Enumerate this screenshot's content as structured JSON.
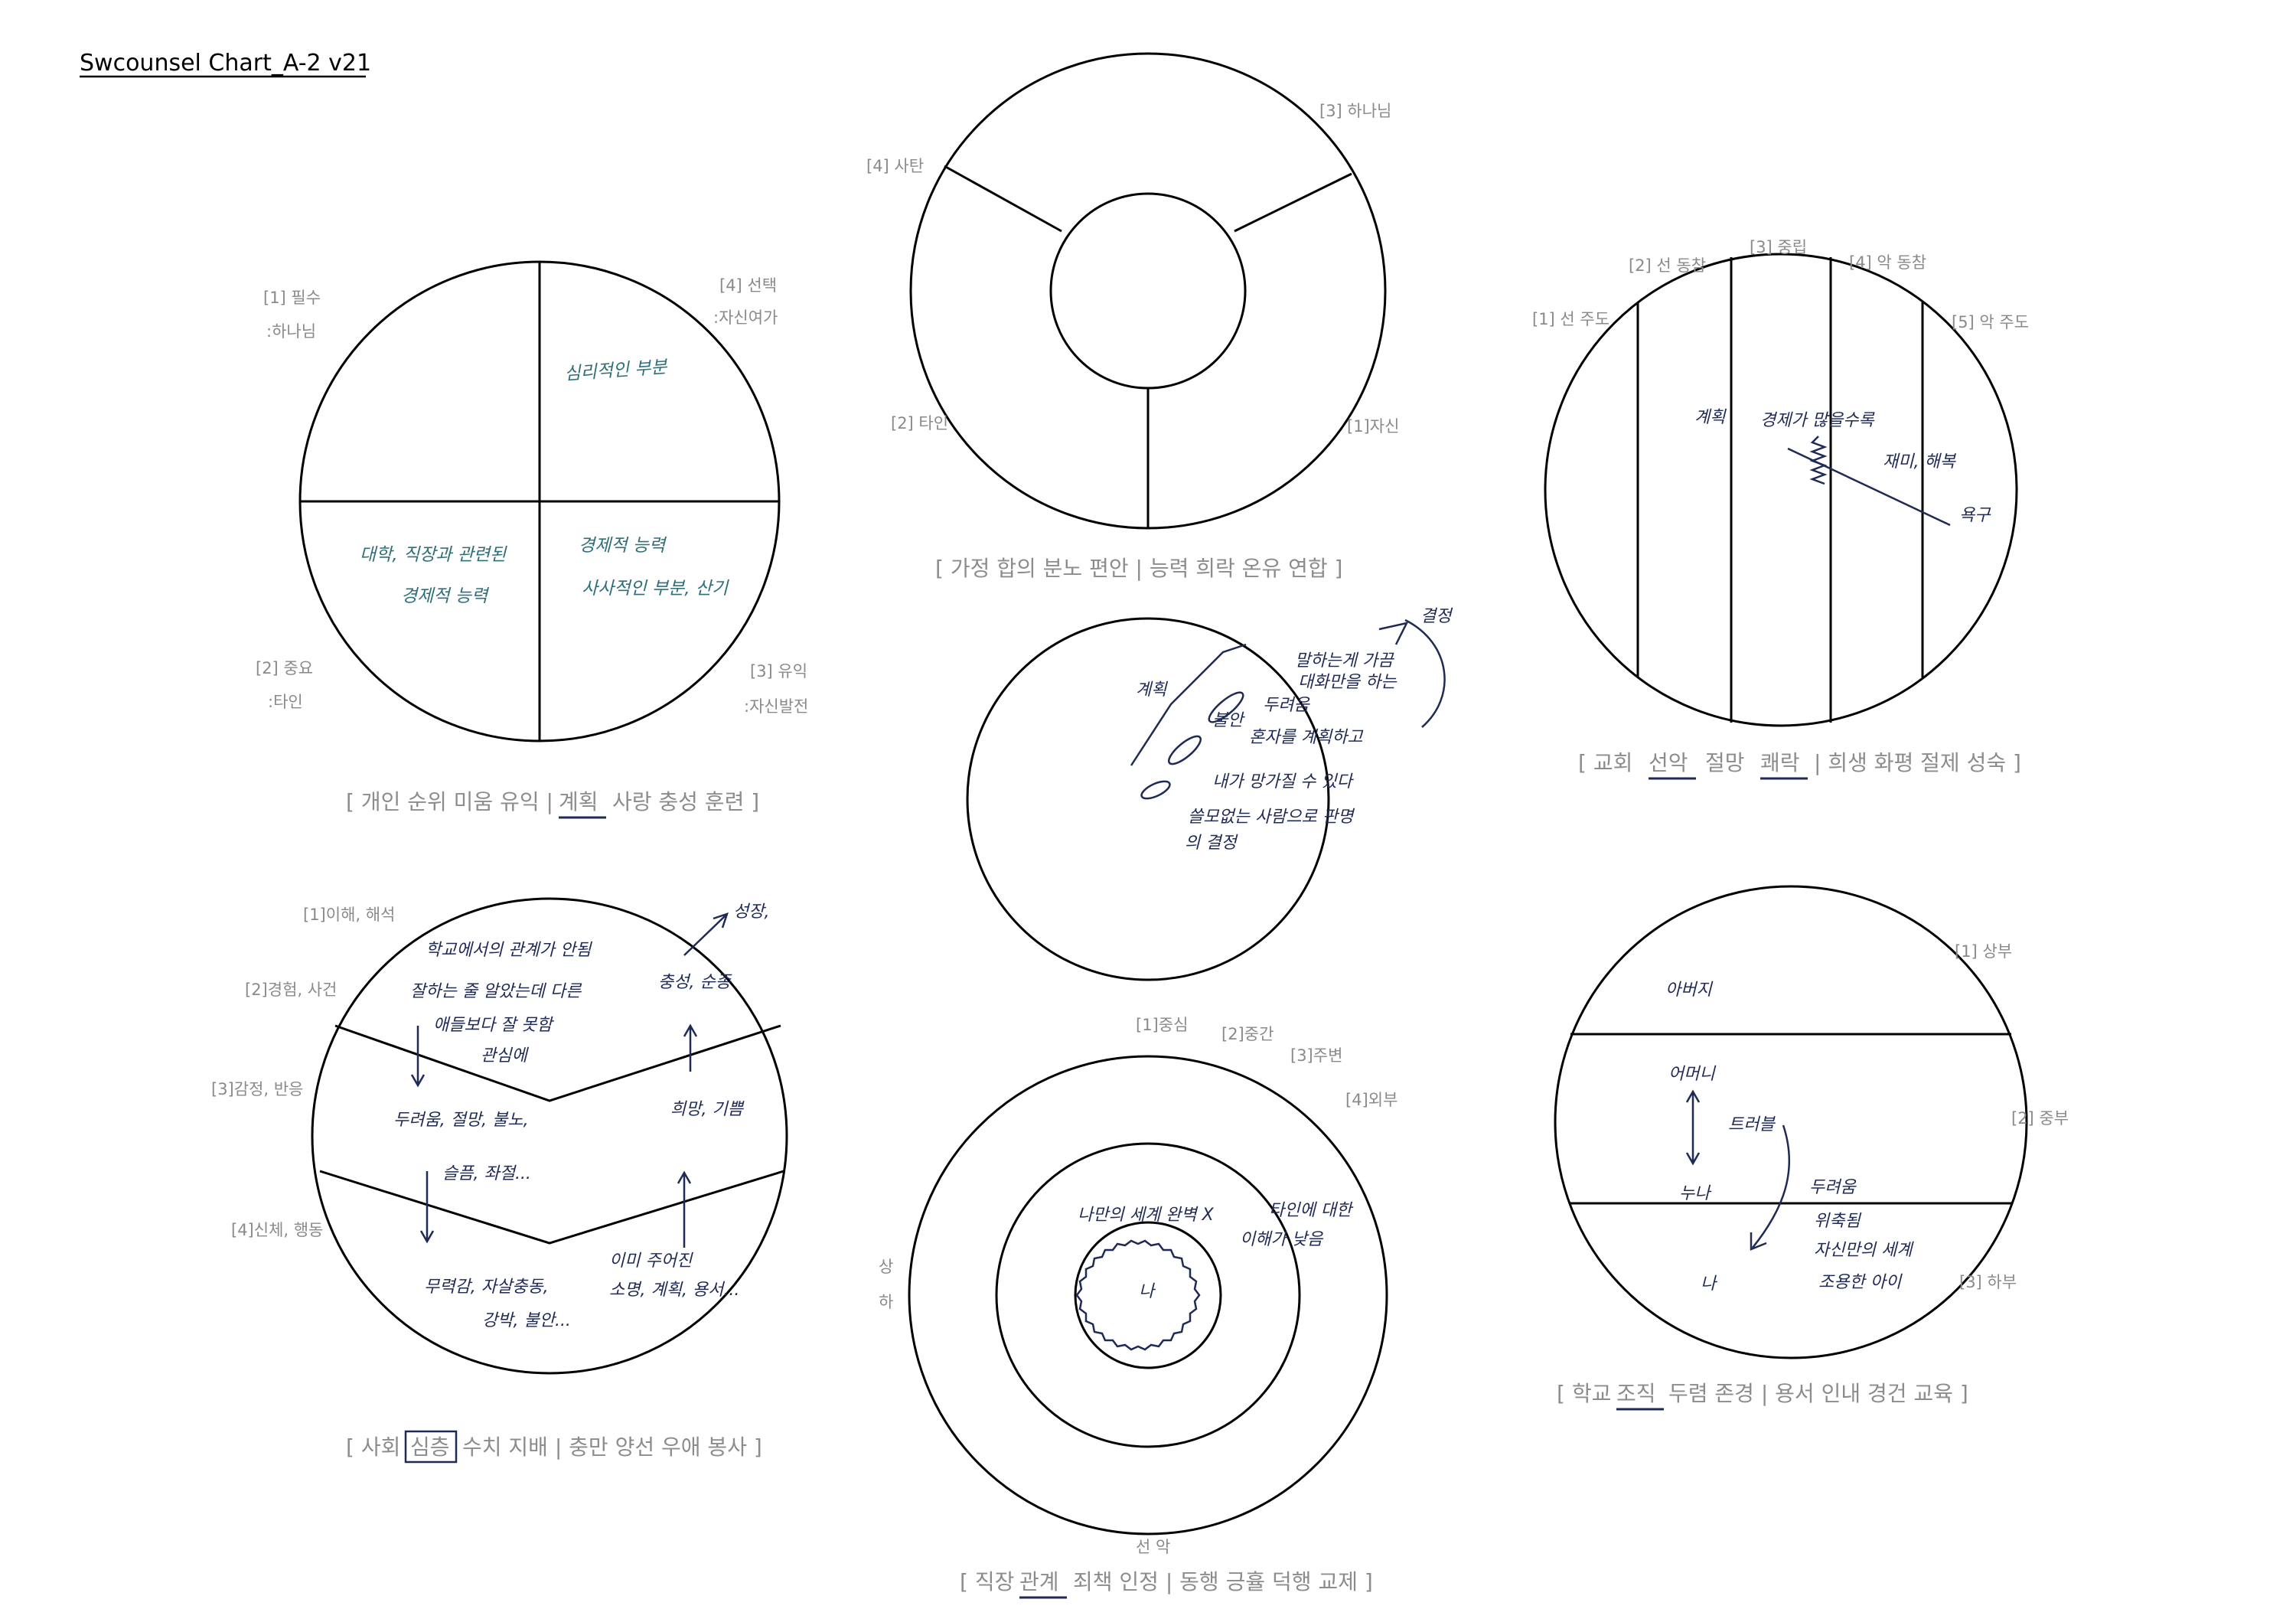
{
  "title": "Swcounsel Chart_A-2 v21",
  "chart1": {
    "labels": [
      "[1] 필수",
      ":하나님",
      "[4] 선택",
      ":자신여가",
      "[2] 중요",
      ":타인",
      "[3] 유익",
      ":자신발전"
    ],
    "notes": [
      "심리적인 부분",
      "대학, 직장과 관련된",
      "경제적 능력",
      "경제적 능력",
      "사사적인 부분, 산기"
    ],
    "caption_a": "[ 개인 순위 미움 유익 |",
    "caption_b": "계획",
    "caption_c": "사랑 충성 훈련 ]"
  },
  "chart2": {
    "labels": [
      "[3] 하나님",
      "[4] 사탄",
      "[2] 타인",
      "[1]자신"
    ],
    "caption": "[ 가정 합의 분노 편안 | 능력 희락 온유 연합 ]"
  },
  "chart3": {
    "labels": [
      "[2] 선 동참",
      "[3] 중립",
      "[4] 악 동참",
      "[1] 선 주도",
      "[5] 악 주도"
    ],
    "notes": [
      "계획",
      "경제가 많을수록",
      "재미, 해복",
      "욕구"
    ],
    "caption_a": "[ 교회",
    "caption_b": "선악",
    "caption_c": "절망",
    "caption_d": "쾌락",
    "caption_e": "| 희생 화평 절제 성숙 ]"
  },
  "chart4": {
    "notes": [
      "말하는게 가끔",
      "대화만을 하는",
      "두려움",
      "계획",
      "불안",
      "혼자를 계획하고",
      "내가 망가질 수 있다",
      "쓸모없는 사람으로 판명",
      "의 결정",
      "결정"
    ]
  },
  "chart5": {
    "labels": [
      "[1]이해, 해석",
      "[2]경험, 사건",
      "[3]감정, 반응",
      "[4]신체, 행동"
    ],
    "notes": [
      "학교에서의 관계가 안됨",
      "잘하는 줄 알았는데 다른",
      "애들보다 잘 못함",
      "관심에",
      "두려움, 절망, 불노,",
      "슬픔, 좌절...",
      "무력감, 자살충동,",
      "강박, 불안...",
      "성장,",
      "충성, 순종",
      "희망, 기쁨",
      "이미 주어진",
      "소명, 계획, 용서..."
    ],
    "caption_a": "[ 사회",
    "caption_b": "심층",
    "caption_c": "수치 지배 | 충만 양선 우애 봉사 ]"
  },
  "chart6": {
    "labels": [
      "[1]중심",
      "[2]중간",
      "[3]주변",
      "[4]외부",
      "상",
      "하",
      "선 악"
    ],
    "notes": [
      "나만의 세계 완벽 X",
      "타인에 대한",
      "이해가 낮음",
      "나"
    ],
    "caption_a": "[ 직장",
    "caption_b": "관계",
    "caption_c": "죄책 인정 | 동행 긍휼 덕행 교제 ]"
  },
  "chart7": {
    "labels": [
      "[1] 상부",
      "[2] 중부",
      "[3] 하부"
    ],
    "notes": [
      "아버지",
      "어머니",
      "트러블",
      "누나",
      "두려움",
      "위축됨",
      "자신만의 세계",
      "조용한 아이",
      "나"
    ],
    "caption_a": "[ 학교",
    "caption_b": "조직",
    "caption_c": "두렴 존경 | 용서 인내 경건 교육 ]"
  }
}
